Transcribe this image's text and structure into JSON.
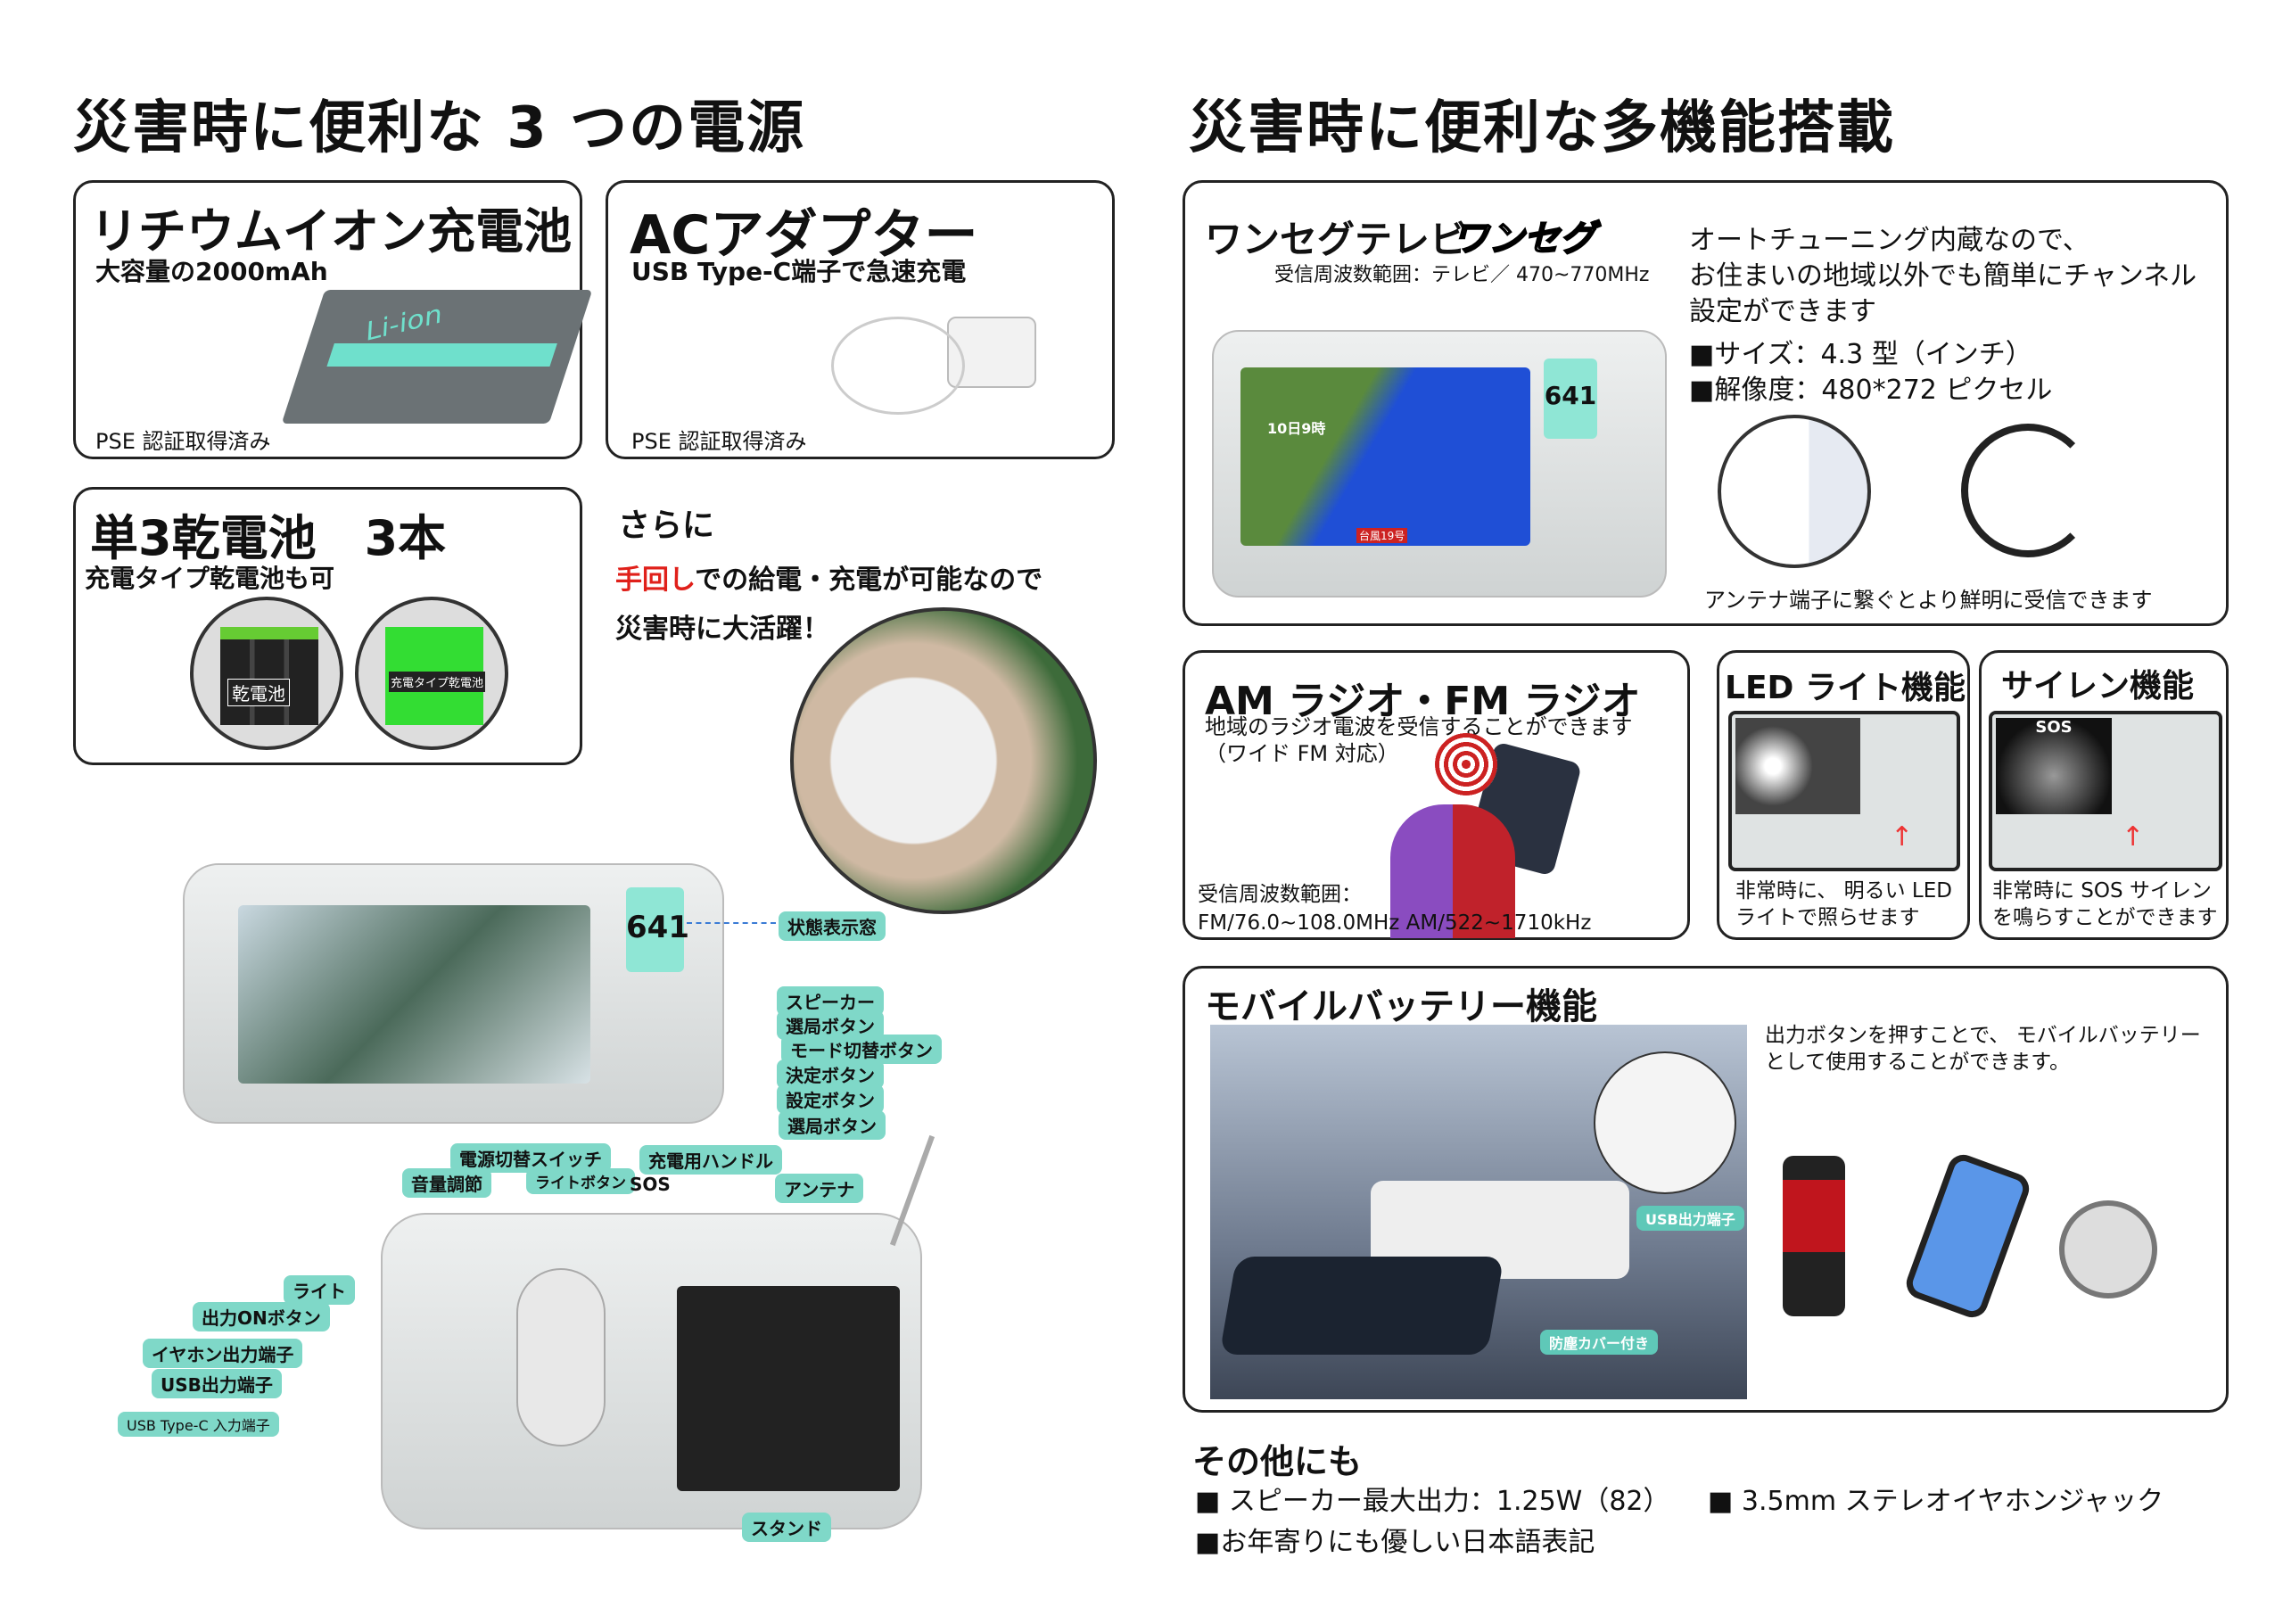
{
  "left": {
    "title": "災害時に便利な 3 つの電源",
    "liion": {
      "title": "リチウムイオン充電池",
      "subtitle": "大容量の2000mAh",
      "note": "PSE 認証取得済み",
      "battery_label": "Li-ion"
    },
    "ac": {
      "title": "ACアダプター",
      "subtitle": "USB Type-C端子で急速充電",
      "note": "PSE 認証取得済み"
    },
    "aa": {
      "title": "単3乾電池　3本",
      "subtitle": "充電タイプ乾電池も可",
      "badge1": "乾電池",
      "badge2": "充電タイプ乾電池"
    },
    "more": {
      "title": "さらに",
      "line1_red": "手回し",
      "line1_rest": "での給電・充電が可能なので",
      "line2": "災害時に大活躍！"
    },
    "front_labels": [
      "状態表示窓",
      "スピーカー",
      "選局ボタン",
      "モード切替ボタン",
      "決定ボタン",
      "設定ボタン",
      "選局ボタン"
    ],
    "lcd": "641",
    "back_labels": {
      "power_switch": "電源切替スイッチ",
      "handle": "充電用ハンドル",
      "volume": "音量調節",
      "light_button": "ライトボタン",
      "sos": "SOS",
      "antenna": "アンテナ",
      "light": "ライト",
      "output_on": "出力ONボタン",
      "earphone": "イヤホン出力端子",
      "usb_out": "USB出力端子",
      "usb_c": "USB Type-C 入力端子",
      "stand": "スタンド"
    }
  },
  "right": {
    "title": "災害時に便利な多機能搭載",
    "tv": {
      "title": "ワンセグテレビ",
      "logo": "ワンセグ",
      "freq": "受信周波数範囲：テレビ／ 470~770MHz",
      "desc": [
        "オートチューニング内蔵なので、",
        "お住まいの地域以外でも簡単にチャンネル",
        "設定ができます"
      ],
      "size": "■サイズ：4.3 型（インチ）",
      "resolution": "■解像度：480*272 ピクセル",
      "antenna_note": "アンテナ端子に繋ぐとより鮮明に受信できます",
      "map_date": "10日9時",
      "typhoon": "台風19号"
    },
    "radio": {
      "title": "AM ラジオ・FM ラジオ",
      "desc": [
        "地域のラジオ電波を受信することができます",
        "（ワイド FM 対応）"
      ],
      "freq_label": "受信周波数範囲：",
      "freq": "FM/76.0~108.0MHz AM/522~1710kHz"
    },
    "led": {
      "title": "LED ライト機能",
      "desc": [
        "非常時に、 明るい LED",
        "ライトで照らせます"
      ]
    },
    "siren": {
      "title": "サイレン機能",
      "desc": [
        "非常時に SOS サイレン",
        "を鳴らすことができます"
      ],
      "sos": "SOS"
    },
    "mobile": {
      "title": "モバイルバッテリー機能",
      "desc": [
        "出力ボタンを押すことで、 モバイルバッテリー",
        "として使用することができます。"
      ],
      "usb_label": "USB出力端子",
      "cover_label": "防塵カバー付き"
    },
    "others": {
      "title": "その他にも",
      "items": [
        "■ スピーカー最大出力：1.25W（82）",
        "■ 3.5mm ステレオイヤホンジャック",
        "■お年寄りにも優しい日本語表記"
      ]
    }
  },
  "colors": {
    "accent_red": "#e0201a",
    "label_teal": "#7fd8c8",
    "battery_teal": "#6fe0cc"
  }
}
